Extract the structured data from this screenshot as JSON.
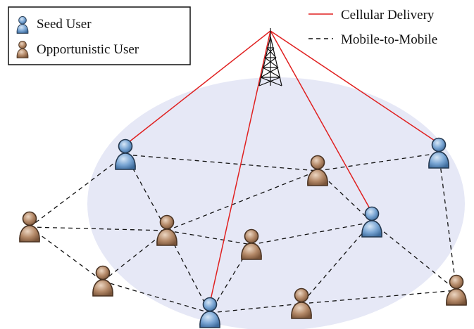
{
  "legend": {
    "seed_user": "Seed User",
    "opportunistic_user": "Opportunistic User",
    "cellular_delivery": "Cellular Delivery",
    "mobile_to_mobile": "Mobile-to-Mobile"
  },
  "colors": {
    "seed_user": "#6f9fd0",
    "opportunistic_user": "#b48968",
    "cellular_link": "#e02020",
    "mobile_link": "#111111",
    "coverage_area": "#e6e8f6"
  },
  "icons": {
    "tower": "cell-tower-icon",
    "seed_user": "seed-user-icon",
    "opportunistic_user": "opportunistic-user-icon"
  }
}
